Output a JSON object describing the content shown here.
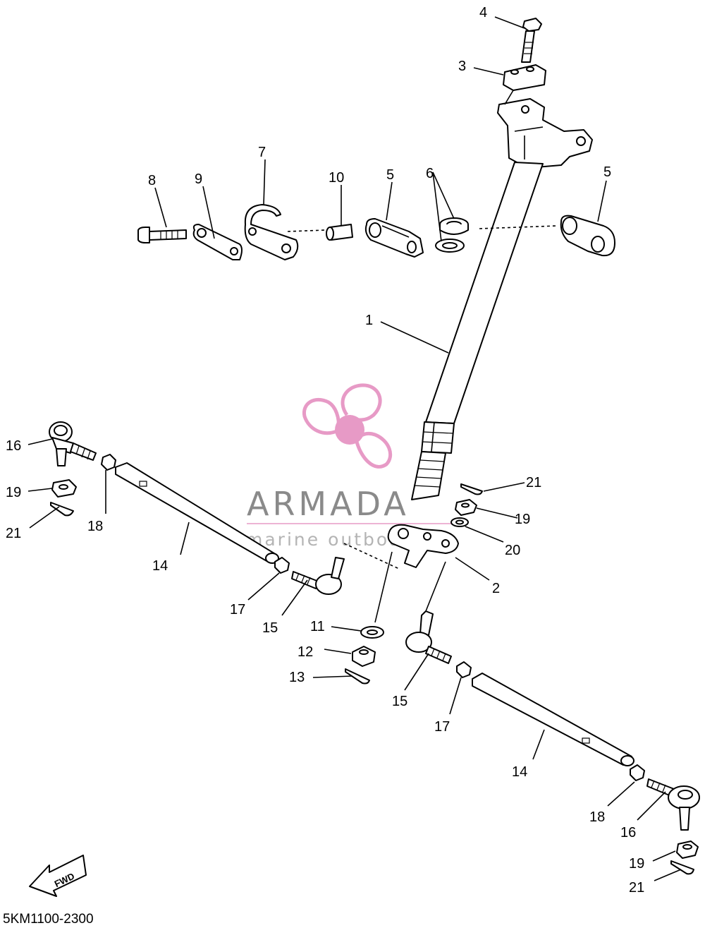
{
  "diagram": {
    "catalog_code": "5KM1100-2300",
    "direction_marker": "FWD"
  },
  "watermark": {
    "title": "ARMADA",
    "subtitle": "marine outboards",
    "logo_color": "#e79ac6"
  },
  "callouts": [
    {
      "id": "c4",
      "text": "4"
    },
    {
      "id": "c3",
      "text": "3"
    },
    {
      "id": "c7",
      "text": "7"
    },
    {
      "id": "c8",
      "text": "8"
    },
    {
      "id": "c9",
      "text": "9"
    },
    {
      "id": "c10",
      "text": "10"
    },
    {
      "id": "c5a",
      "text": "5"
    },
    {
      "id": "c6",
      "text": "6"
    },
    {
      "id": "c5b",
      "text": "5"
    },
    {
      "id": "c1",
      "text": "1"
    },
    {
      "id": "c16a",
      "text": "16"
    },
    {
      "id": "c19a",
      "text": "19"
    },
    {
      "id": "c21a",
      "text": "21"
    },
    {
      "id": "c18a",
      "text": "18"
    },
    {
      "id": "c14a",
      "text": "14"
    },
    {
      "id": "c17a",
      "text": "17"
    },
    {
      "id": "c15a",
      "text": "15"
    },
    {
      "id": "c21b",
      "text": "21"
    },
    {
      "id": "c19b",
      "text": "19"
    },
    {
      "id": "c20",
      "text": "20"
    },
    {
      "id": "c2",
      "text": "2"
    },
    {
      "id": "c11",
      "text": "11"
    },
    {
      "id": "c12",
      "text": "12"
    },
    {
      "id": "c13",
      "text": "13"
    },
    {
      "id": "c15b",
      "text": "15"
    },
    {
      "id": "c17b",
      "text": "17"
    },
    {
      "id": "c14b",
      "text": "14"
    },
    {
      "id": "c18b",
      "text": "18"
    },
    {
      "id": "c16b",
      "text": "16"
    },
    {
      "id": "c19c",
      "text": "19"
    },
    {
      "id": "c21c",
      "text": "21"
    }
  ]
}
